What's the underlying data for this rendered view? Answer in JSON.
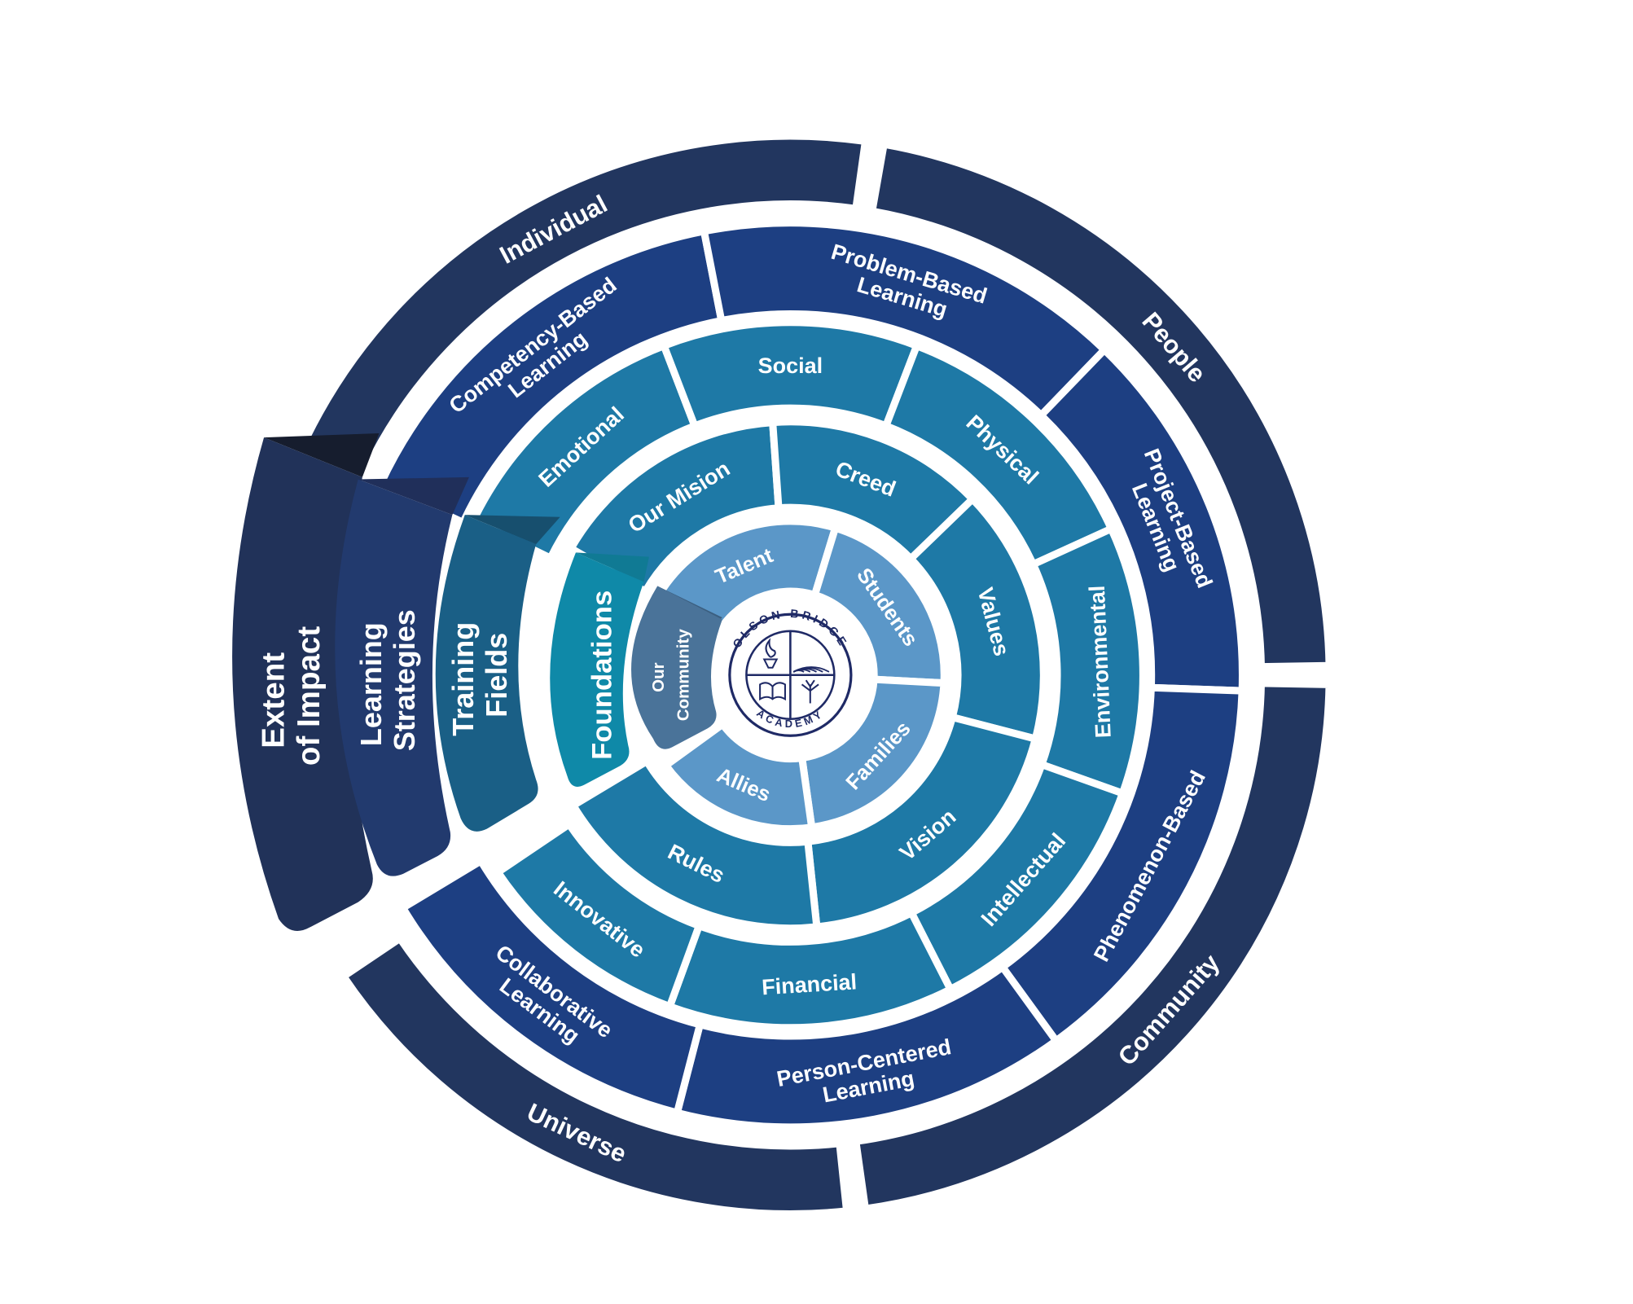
{
  "center_logo": {
    "top_text": "OLSON BRIDGE",
    "bottom_text": "ACADEMY"
  },
  "panels": {
    "extent": [
      "Extent",
      "of Impact"
    ],
    "learning": [
      "Learning",
      "Strategies"
    ],
    "training": [
      "Training",
      "Fields"
    ],
    "foundations": [
      "Foundations"
    ],
    "community": [
      "Our",
      "Community"
    ]
  },
  "rings": {
    "extent": [
      {
        "lines": [
          "Individual"
        ]
      },
      {
        "lines": [
          "People"
        ]
      },
      {
        "lines": [
          "Community"
        ]
      },
      {
        "lines": [
          "Universe"
        ]
      }
    ],
    "learning": [
      {
        "lines": [
          "Competency-Based",
          "Learning"
        ]
      },
      {
        "lines": [
          "Problem-Based",
          "Learning"
        ]
      },
      {
        "lines": [
          "Project-Based",
          "Learning"
        ]
      },
      {
        "lines": [
          "Phenomenon-Based"
        ]
      },
      {
        "lines": [
          "Person-Centered",
          "Learning"
        ]
      },
      {
        "lines": [
          "Collaborative",
          "Learning"
        ]
      }
    ],
    "training": [
      {
        "lines": [
          "Emotional"
        ]
      },
      {
        "lines": [
          "Social"
        ]
      },
      {
        "lines": [
          "Physical"
        ]
      },
      {
        "lines": [
          "Environmental"
        ]
      },
      {
        "lines": [
          "Intellectual"
        ]
      },
      {
        "lines": [
          "Financial"
        ]
      },
      {
        "lines": [
          "Innovative"
        ]
      }
    ],
    "foundations": [
      {
        "lines": [
          "Our Mision"
        ]
      },
      {
        "lines": [
          "Creed"
        ]
      },
      {
        "lines": [
          "Values"
        ]
      },
      {
        "lines": [
          "Vision"
        ]
      },
      {
        "lines": [
          "Rules"
        ]
      }
    ],
    "community": [
      {
        "lines": [
          "Talent"
        ]
      },
      {
        "lines": [
          "Students"
        ]
      },
      {
        "lines": [
          "Families"
        ]
      },
      {
        "lines": [
          "Allies"
        ]
      }
    ]
  },
  "colors": {
    "extent": "#22365f",
    "learning": "#1d3f82",
    "training": "#1e79a6",
    "foundations": "#1e79a6",
    "community": "#5b97c8",
    "logo": "#1f2a66"
  }
}
